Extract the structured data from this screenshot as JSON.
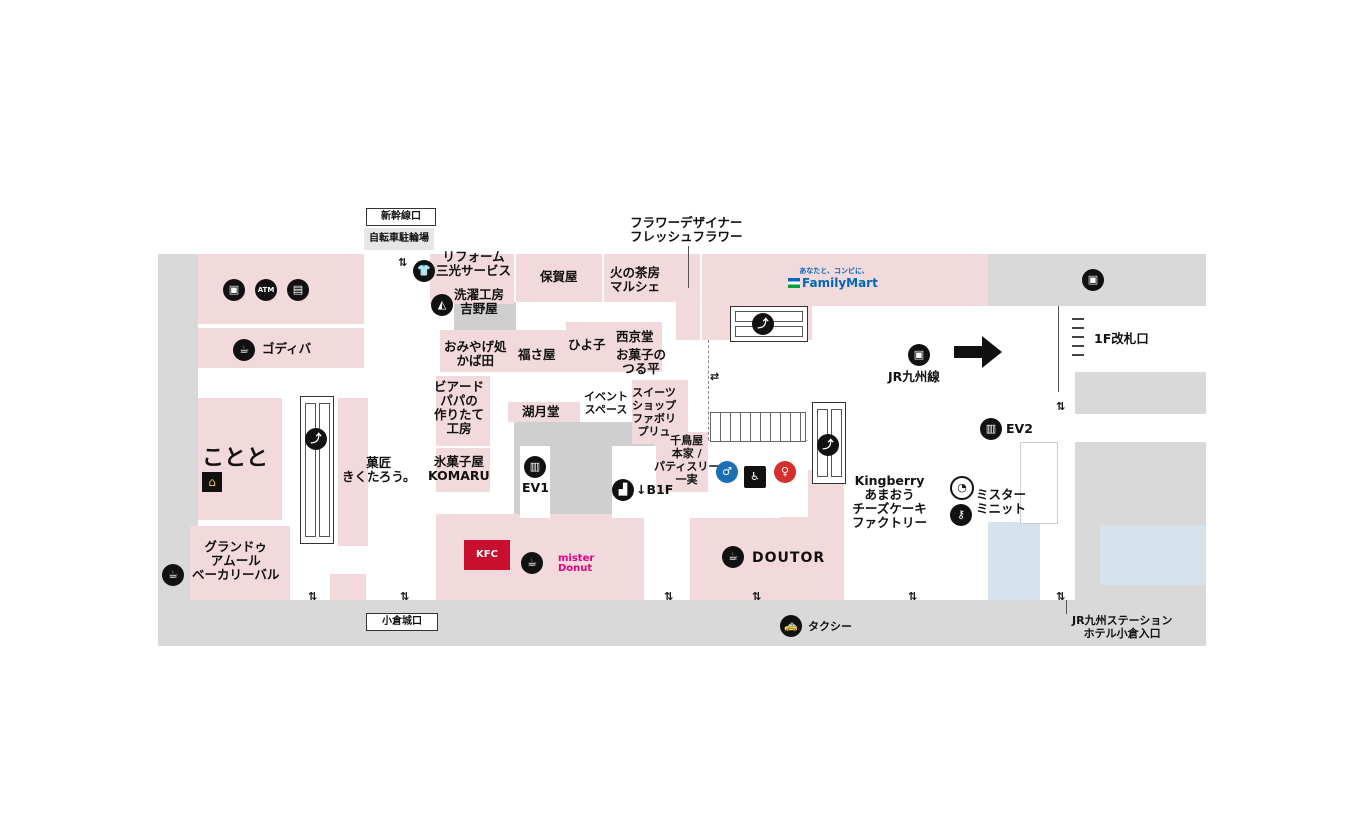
{
  "labels": {
    "shinkansen_exit": "新幹線口",
    "bike_parking": "自転車駐輪場",
    "reform": "リフォーム\n三光サービス",
    "hogaya": "保賀屋",
    "hinochabo": "火の茶房\nマルシェ",
    "flower": "フラワーデザイナー\nフレッシュフラワー",
    "familymart": "FamilyMart",
    "familymart_tagline": "あなたと、コンビに、",
    "sentaku": "洗濯工房\n吉野屋",
    "omiyage": "おみやげ処\nかば田",
    "fukusaya": "福さ屋",
    "hiyoko": "ひよ子",
    "saikyodo": "西京堂",
    "tsurunohira": "お菓子の\nつる平",
    "godiva": "ゴディバ",
    "jr_kyushu_line": "JR九州線",
    "gate_1f": "1F改札口",
    "beard_papa": "ビアード\nパパの\n作りたて\n工房",
    "event_space": "イベント\nスペース",
    "sweets_shop": "スイーツ\nショップ\nファボリ\nプリュ",
    "kogetsudo": "湖月堂",
    "chidoriya": "千鳥屋\n本家 /\nパティスリー\n一実",
    "kotoya": "ことと",
    "kashou": "菓匠\nきくたろう。",
    "komaru": "氷菓子屋\nKOMARU",
    "ev1": "EV1",
    "b1f": "↓B1F",
    "ev2": "EV2",
    "kingberry": "Kingberry\nあまおう\nチーズケーキ\nファクトリー",
    "mister_minit": "ミスター\nミニット",
    "grand": "グランドゥ\nアムール\nベーカリーバル",
    "kfc": "KFC",
    "misterdonut": "mister\nDonut",
    "doutor": "DOUTOR",
    "kokura_castle_exit": "小倉城口",
    "taxi": "タクシー",
    "jr_hotel": "JR九州ステーション\nホテル小倉入口",
    "atm": "ATM"
  },
  "colors": {
    "shop": "#f2d9dc",
    "corridor": "#d9d9d9",
    "hotel": "#d6e3ec",
    "kfc_red": "#c8102e",
    "donut_pink": "#e4007f",
    "familymart_blue": "#0068b7",
    "familymart_green": "#00a040",
    "toilet_male": "#1a6fb5",
    "toilet_female": "#d62f2f"
  },
  "icons": [
    "camera-icon",
    "atm-icon",
    "coin-locker-icon",
    "coffee-icon",
    "escalator-icon",
    "elevator-icon",
    "stairs-icon",
    "train-icon",
    "toilet-icon",
    "clock-icon",
    "key-icon",
    "taxi-icon",
    "arrow-right-icon",
    "shirt-icon",
    "iron-icon"
  ]
}
